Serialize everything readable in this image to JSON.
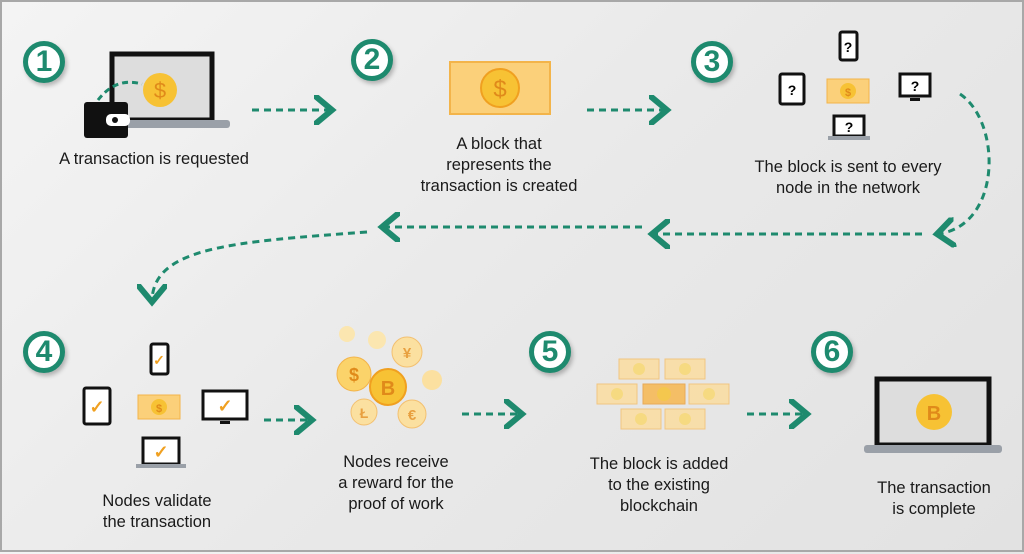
{
  "steps": [
    {
      "number": "1",
      "caption": [
        "A transaction is requested"
      ]
    },
    {
      "number": "2",
      "caption": [
        "A block that",
        "represents the",
        "transaction is created"
      ]
    },
    {
      "number": "3",
      "caption": [
        "The block is sent to every",
        "node in the network"
      ]
    },
    {
      "number": "4",
      "caption": [
        "Nodes validate",
        "the transaction"
      ]
    },
    {
      "number": "",
      "caption": [
        "Nodes receive",
        "a reward for the",
        "proof of work"
      ]
    },
    {
      "number": "5",
      "caption": [
        "The block is added",
        "to the existing",
        "blockchain"
      ]
    },
    {
      "number": "6",
      "caption": [
        "The transaction",
        "is complete"
      ]
    }
  ],
  "symbols": {
    "dollar": "$",
    "bitcoin": "B",
    "unknown": "?",
    "check": "✓"
  },
  "colors": {
    "accent": "#1e8a6e",
    "gold": "#f7c234",
    "bill": "#fbd07a"
  }
}
